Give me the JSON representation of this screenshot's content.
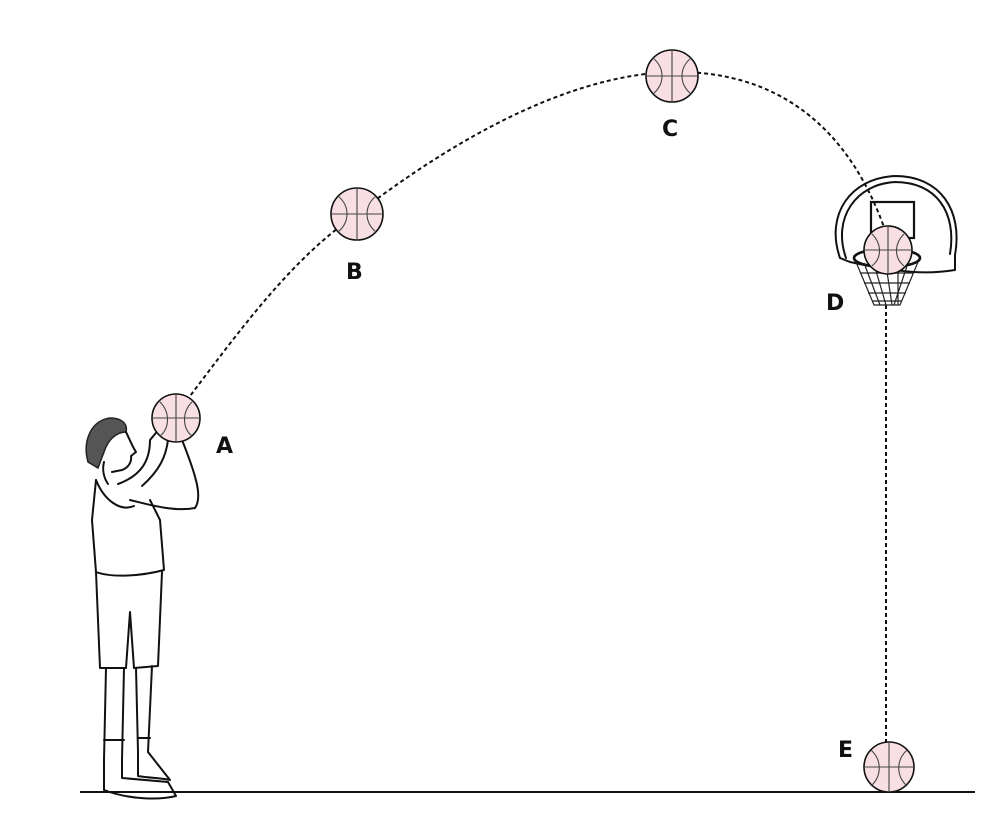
{
  "colors": {
    "ball_fill": "#f8dfe3",
    "line": "#111111",
    "hair": "#555555",
    "background": "#ffffff"
  },
  "points": [
    {
      "id": "A",
      "label": "A"
    },
    {
      "id": "B",
      "label": "B"
    },
    {
      "id": "C",
      "label": "C"
    },
    {
      "id": "D",
      "label": "D"
    },
    {
      "id": "E",
      "label": "E"
    }
  ],
  "icons": {
    "player": "basketball-player-icon",
    "hoop": "basketball-hoop-icon",
    "ball": "basketball-icon"
  }
}
